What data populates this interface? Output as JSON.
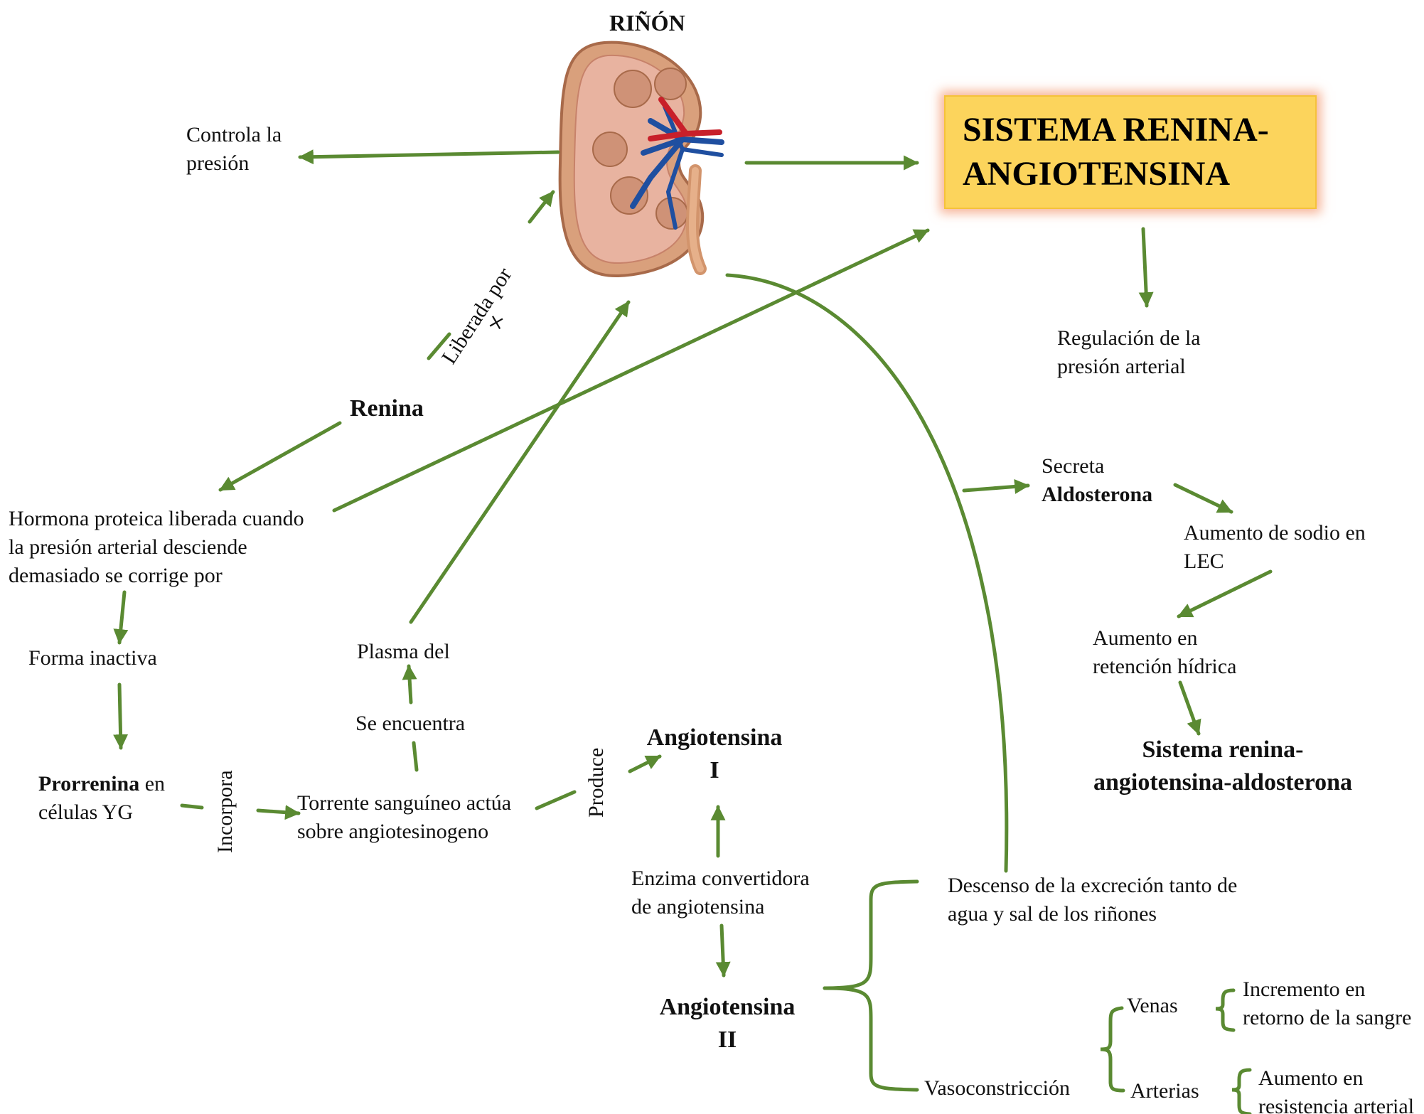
{
  "title": {
    "line1": "SISTEMA RENINA-",
    "line2": "ANGIOTENSINA"
  },
  "kidney": {
    "label": "RIÑÓN",
    "image": "kidney-cross-section-icon"
  },
  "nodes": {
    "controla": [
      "Controla la",
      "presión"
    ],
    "regulacion": [
      "Regulación de la",
      "presión arterial"
    ],
    "renina": "Renina",
    "hormona": [
      "Hormona proteica liberada cuando",
      "la presión arterial desciende",
      "demasiado se corrige por"
    ],
    "forma_inactiva": "Forma inactiva",
    "prorrenina": {
      "bold": "Prorrenina",
      "rest": " en",
      "line2": "células YG"
    },
    "torrente": [
      "Torrente sanguíneo actúa",
      "sobre angiotesinogeno"
    ],
    "plasma": "Plasma del",
    "se_encuentra": "Se encuentra",
    "angiotensina_1": [
      "Angiotensina",
      "I"
    ],
    "enzima": [
      "Enzima convertidora",
      "de angiotensina"
    ],
    "angiotensina_2": [
      "Angiotensina",
      "II"
    ],
    "secreta": {
      "line1": "Secreta",
      "bold": "Aldosterona"
    },
    "sodio": [
      "Aumento de sodio en",
      "LEC"
    ],
    "retencion": [
      "Aumento en",
      "retención hídrica"
    ],
    "sraa": [
      "Sistema renina-",
      "angiotensina-aldosterona"
    ],
    "descenso": [
      "Descenso de la excreción tanto de",
      "agua y sal de los riñones"
    ],
    "vasoconstriccion": "Vasoconstricción",
    "venas": "Venas",
    "arterias": "Arterias",
    "incremento": [
      "Incremento en",
      "retorno de la sangre"
    ],
    "resistencia": [
      "Aumento en",
      "resistencia arterial"
    ]
  },
  "edge_labels": {
    "liberada_por": "Liberada por",
    "plus": "+",
    "incorpora": "Incorpora",
    "produce": "Produce"
  },
  "colors": {
    "connector": "#5a8a32",
    "title_fill": "#fcd45c",
    "title_glow": "#f4966e",
    "kidney_outer": "#d9a07c",
    "kidney_cortex": "#e8b3a0",
    "artery": "#c8202a",
    "vein": "#1f4fa0"
  }
}
